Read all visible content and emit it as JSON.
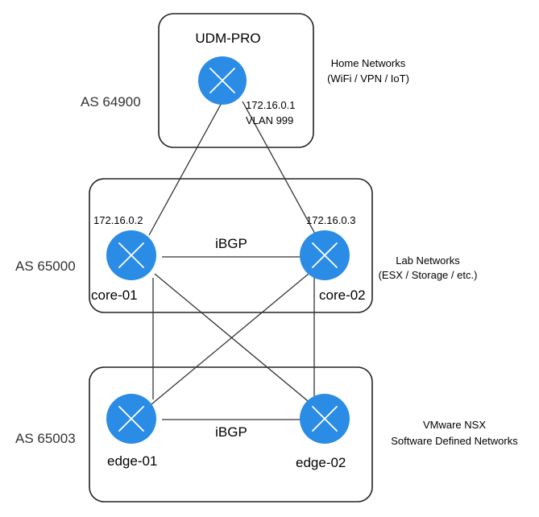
{
  "colors": {
    "router_fill": "#2b8ce6",
    "router_glyph": "#ffffff",
    "line": "#333333",
    "box_stroke": "#222222",
    "as_text": "#333333"
  },
  "groups": {
    "as64900": {
      "as_label": "AS 64900",
      "side_label_1": "Home Networks",
      "side_label_2": "(WiFi / VPN / IoT)"
    },
    "as65000": {
      "as_label": "AS 65000",
      "side_label_1": "Lab Networks",
      "side_label_2": "(ESX / Storage / etc.)"
    },
    "as65003": {
      "as_label": "AS 65003",
      "side_label_1": "VMware NSX",
      "side_label_2": "Software Defined Networks"
    }
  },
  "nodes": {
    "udm": {
      "name": "UDM-PRO",
      "ip": "172.16.0.1",
      "vlan": "VLAN 999",
      "icon": "router-icon"
    },
    "core01": {
      "name": "core-01",
      "ip": "172.16.0.2",
      "icon": "router-icon"
    },
    "core02": {
      "name": "core-02",
      "ip": "172.16.0.3",
      "icon": "router-icon"
    },
    "edge01": {
      "name": "edge-01",
      "icon": "router-icon"
    },
    "edge02": {
      "name": "edge-02",
      "icon": "router-icon"
    }
  },
  "links": {
    "core_ibgp": "iBGP",
    "edge_ibgp": "iBGP"
  }
}
